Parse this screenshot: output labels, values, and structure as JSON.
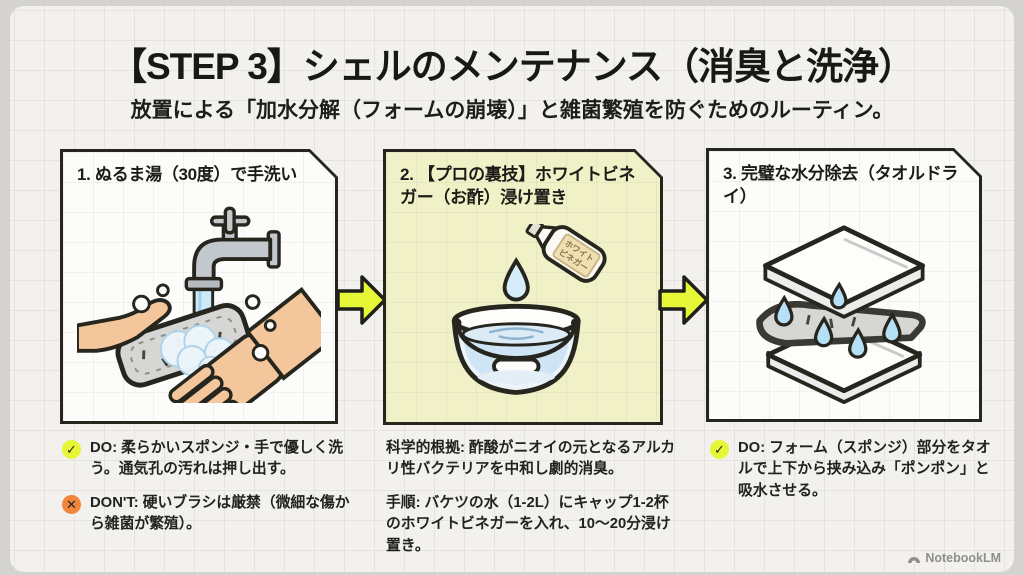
{
  "page": {
    "title": "【STEP 3】シェルのメンテナンス（消臭と洗浄）",
    "subtitle": "放置による「加水分解（フォームの崩壊）」と雑菌繁殖を防ぐためのルーティン。",
    "watermark": "NotebookLM"
  },
  "steps": [
    {
      "title": "1. ぬるま湯（30度）で手洗い",
      "illustration": "hands-washing-shell-under-faucet",
      "notes": [
        {
          "type": "do",
          "label": "DO:",
          "text": "柔らかいスポンジ・手で優しく洗う。通気孔の汚れは押し出す。"
        },
        {
          "type": "dont",
          "label": "DON'T:",
          "text": "硬いブラシは厳禁（微細な傷から雑菌が繁殖）。"
        }
      ]
    },
    {
      "title": "2. 【プロの裏技】ホワイトビネガー（お酢）浸け置き",
      "illustration": "vinegar-bottle-dripping-into-bucket",
      "bottle_label_line1": "ホワイト",
      "bottle_label_line2": "ビネガー",
      "notes": [
        {
          "type": "plain",
          "label": "科学的根拠:",
          "text": "酢酸がニオイの元となるアルカリ性バクテリアを中和し劇的消臭。"
        },
        {
          "type": "plain",
          "label": "手順:",
          "text": "バケツの水（1-2L）にキャップ1-2杯のホワイトビネガーを入れ、10〜20分浸け置き。"
        }
      ]
    },
    {
      "title": "3. 完璧な水分除去（タオルドライ）",
      "illustration": "shell-sandwiched-between-towels",
      "notes": [
        {
          "type": "do",
          "label": "DO:",
          "text": "フォーム（スポンジ）部分をタオルで上下から挟み込み「ポンポン」と吸水させる。"
        }
      ]
    }
  ],
  "icons": {
    "do_badge": "check-icon",
    "dont_badge": "cross-icon",
    "flow": "arrow-right-icon"
  },
  "colors": {
    "accent_yellow": "#e7f636",
    "dont_orange": "#f0863b",
    "panel_highlight": "#f1f1c8",
    "ink": "#26261f",
    "canvas": "#f2f1ee",
    "water_blue": "#cfe4f4"
  }
}
